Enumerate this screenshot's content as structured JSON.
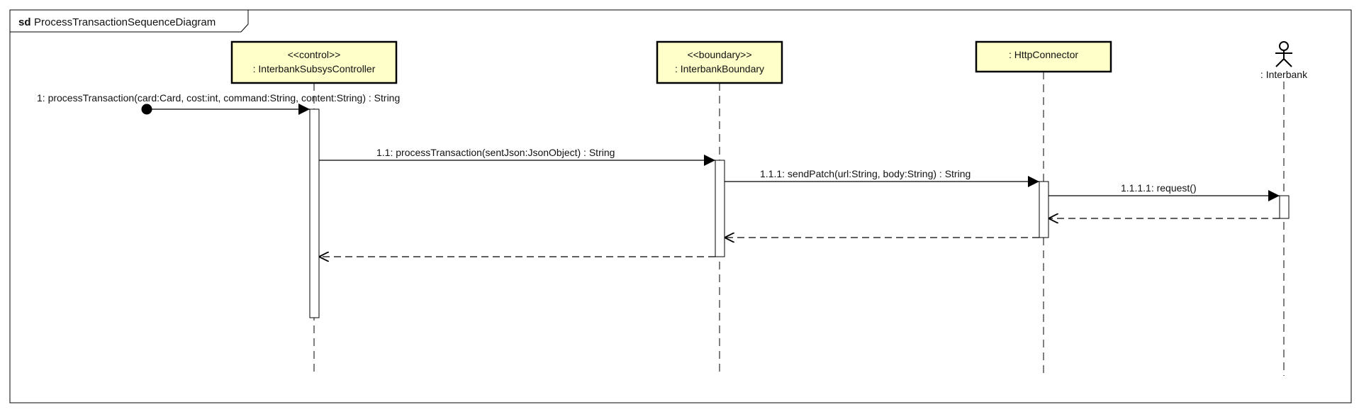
{
  "frame": {
    "keyword": "sd",
    "name": "ProcessTransactionSequenceDiagram"
  },
  "colors": {
    "lifeline_box": "#FFFFC9",
    "line": "#000000"
  },
  "lifelines": [
    {
      "id": "controller",
      "stereotype": "<<control>>",
      "name": ": InterbankSubsysController",
      "kind": "box"
    },
    {
      "id": "boundary",
      "stereotype": "<<boundary>>",
      "name": ": InterbankBoundary",
      "kind": "box"
    },
    {
      "id": "connector",
      "stereotype": "",
      "name": ": HttpConnector",
      "kind": "box"
    },
    {
      "id": "interbank",
      "stereotype": "",
      "name": ": Interbank",
      "kind": "actor",
      "icon": "actor-icon"
    }
  ],
  "messages": [
    {
      "id": "m1",
      "label": "1: processTransaction(card:Card, cost:int, command:String, content:String) : String",
      "kind": "found"
    },
    {
      "id": "m11",
      "label": "1.1: processTransaction(sentJson:JsonObject) : String",
      "kind": "sync"
    },
    {
      "id": "m111",
      "label": "1.1.1: sendPatch(url:String, body:String) : String",
      "kind": "sync"
    },
    {
      "id": "m1111",
      "label": "1.1.1.1: request()",
      "kind": "sync"
    },
    {
      "id": "r1111",
      "label": "",
      "kind": "return"
    },
    {
      "id": "r111",
      "label": "",
      "kind": "return"
    },
    {
      "id": "r11",
      "label": "",
      "kind": "return"
    }
  ]
}
